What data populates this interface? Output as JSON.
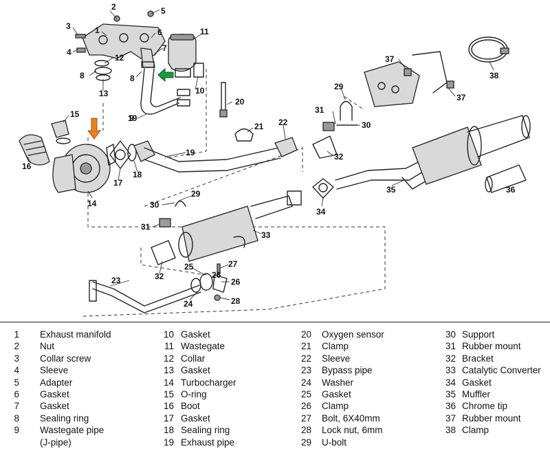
{
  "callouts": [
    "1",
    "2",
    "3",
    "4",
    "5",
    "6",
    "7",
    "8",
    "8",
    "9",
    "10",
    "11",
    "12",
    "13",
    "14",
    "15",
    "16",
    "17",
    "18",
    "19",
    "19",
    "20",
    "21",
    "22",
    "23",
    "24",
    "25",
    "26",
    "26",
    "27",
    "28",
    "29",
    "29",
    "30",
    "30",
    "31",
    "31",
    "32",
    "32",
    "33",
    "34",
    "35",
    "36",
    "37",
    "37",
    "38"
  ],
  "markers": {
    "green_arrow_color": "#1a9b3c",
    "orange_arrow_color": "#e8801e"
  },
  "legend": {
    "col1": [
      {
        "num": "1",
        "label": "Exhaust manifold"
      },
      {
        "num": "2",
        "label": "Nut"
      },
      {
        "num": "3",
        "label": "Collar screw"
      },
      {
        "num": "4",
        "label": "Sleeve"
      },
      {
        "num": "5",
        "label": "Adapter"
      },
      {
        "num": "6",
        "label": "Gasket"
      },
      {
        "num": "7",
        "label": "Gasket"
      },
      {
        "num": "8",
        "label": "Sealing ring"
      },
      {
        "num": "9",
        "label": "Wastegate pipe"
      },
      {
        "num": "",
        "label": "(J-pipe)"
      }
    ],
    "col2": [
      {
        "num": "10",
        "label": "Gasket"
      },
      {
        "num": "11",
        "label": "Wastegate"
      },
      {
        "num": "12",
        "label": "Collar"
      },
      {
        "num": "13",
        "label": "Gasket"
      },
      {
        "num": "14",
        "label": "Turbocharger"
      },
      {
        "num": "15",
        "label": "O-ring"
      },
      {
        "num": "16",
        "label": "Boot"
      },
      {
        "num": "17",
        "label": "Gasket"
      },
      {
        "num": "18",
        "label": "Sealing ring"
      },
      {
        "num": "19",
        "label": "Exhaust pipe"
      }
    ],
    "col3": [
      {
        "num": "20",
        "label": "Oxygen sensor"
      },
      {
        "num": "21",
        "label": "Clamp"
      },
      {
        "num": "22",
        "label": "Sleeve"
      },
      {
        "num": "23",
        "label": "Bypass pipe"
      },
      {
        "num": "24",
        "label": "Washer"
      },
      {
        "num": "25",
        "label": "Gasket"
      },
      {
        "num": "26",
        "label": "Clamp"
      },
      {
        "num": "27",
        "label": "Bolt, 6X40mm"
      },
      {
        "num": "28",
        "label": "Lock nut, 6mm"
      },
      {
        "num": "29",
        "label": "U-bolt"
      }
    ],
    "col4": [
      {
        "num": "30",
        "label": "Support"
      },
      {
        "num": "31",
        "label": "Rubber mount"
      },
      {
        "num": "32",
        "label": "Bracket"
      },
      {
        "num": "33",
        "label": "Catalytic Converter"
      },
      {
        "num": "34",
        "label": "Gasket"
      },
      {
        "num": "35",
        "label": "Muffler"
      },
      {
        "num": "36",
        "label": "Chrome tip"
      },
      {
        "num": "37",
        "label": "Rubber mount"
      },
      {
        "num": "38",
        "label": "Clamp"
      }
    ]
  }
}
